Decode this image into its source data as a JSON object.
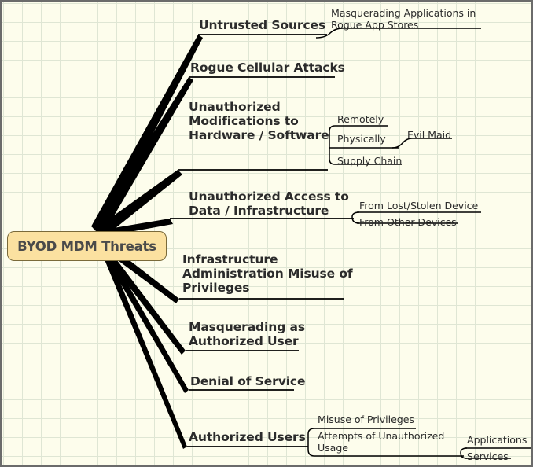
{
  "diagram": {
    "type": "mind-map",
    "background_color": "#fdfdec",
    "grid_color": "#dfe6d4",
    "edge_color": "#000000",
    "root": {
      "label": "BYOD MDM Threats",
      "fill_color": "#fbe1a0",
      "border_color": "#7a6a3a",
      "text_color": "#4a4a4a"
    },
    "branches": [
      {
        "id": "untrusted-sources",
        "label": "Untrusted Sources",
        "children": [
          {
            "id": "masquerading-applications",
            "label": "Masquerading Applications in\nRogue App Stores",
            "children": []
          }
        ]
      },
      {
        "id": "rogue-cellular-attacks",
        "label": "Rogue Cellular Attacks",
        "children": []
      },
      {
        "id": "unauthorized-modifications",
        "label": "Unauthorized\nModifications to\nHardware / Software",
        "children": [
          {
            "id": "remotely",
            "label": "Remotely",
            "children": []
          },
          {
            "id": "physically",
            "label": "Physically",
            "children": [
              {
                "id": "evil-maid",
                "label": "Evil Maid",
                "children": []
              }
            ]
          },
          {
            "id": "supply-chain",
            "label": "Supply Chain",
            "children": []
          }
        ]
      },
      {
        "id": "unauthorized-access",
        "label": "Unauthorized Access to\nData / Infrastructure",
        "children": [
          {
            "id": "from-lost-stolen-device",
            "label": "From Lost/Stolen Device",
            "children": []
          },
          {
            "id": "from-other-devices",
            "label": "From Other Devices",
            "children": []
          }
        ]
      },
      {
        "id": "infrastructure-administration-misuse",
        "label": "Infrastructure\nAdministration Misuse of\nPrivileges",
        "children": []
      },
      {
        "id": "masquerading-as-authorized-user",
        "label": "Masquerading as\nAuthorized User",
        "children": []
      },
      {
        "id": "denial-of-service",
        "label": "Denial of Service",
        "children": []
      },
      {
        "id": "authorized-users",
        "label": "Authorized Users",
        "children": [
          {
            "id": "misuse-of-privileges",
            "label": "Misuse of Privileges",
            "children": []
          },
          {
            "id": "attempts-of-unauthorized-usage",
            "label": "Attempts of Unauthorized\nUsage",
            "children": [
              {
                "id": "applications",
                "label": "Applications",
                "children": []
              },
              {
                "id": "services",
                "label": "Services",
                "children": []
              }
            ]
          }
        ]
      }
    ]
  }
}
